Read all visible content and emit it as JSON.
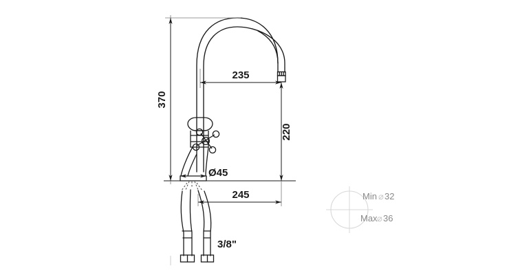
{
  "drawing": {
    "type": "technical-dimension-drawing",
    "subject": "kitchen-mixer-tap-side-elevation",
    "background_color": "#ffffff",
    "line_color": "#1a1a1a",
    "dimension_color": "#1a1a1a",
    "legend_color": "#8a8a8a",
    "legend_circle_color": "#d8d8d8"
  },
  "dimensions": {
    "height_total": {
      "value": "370",
      "orientation": "vertical",
      "unit_implied": "mm",
      "position": "left"
    },
    "reach_spout": {
      "value": "235",
      "orientation": "horizontal",
      "unit_implied": "mm",
      "position": "upper-middle"
    },
    "height_spout_outlet": {
      "value": "220",
      "orientation": "vertical",
      "unit_implied": "mm",
      "position": "right"
    },
    "reach_total": {
      "value": "245",
      "orientation": "horizontal",
      "unit_implied": "mm",
      "position": "lower-middle"
    },
    "base_diameter": {
      "value": "Ø45",
      "orientation": "leader",
      "unit_implied": "mm",
      "position": "base"
    },
    "connection_thread": {
      "value": "3/8\"",
      "orientation": "leader",
      "position": "hoses"
    }
  },
  "legend": {
    "min": {
      "label": "Min",
      "symbol": "⌀",
      "value": "32"
    },
    "max": {
      "label": "Max",
      "symbol": "⌀",
      "value": "36"
    }
  }
}
